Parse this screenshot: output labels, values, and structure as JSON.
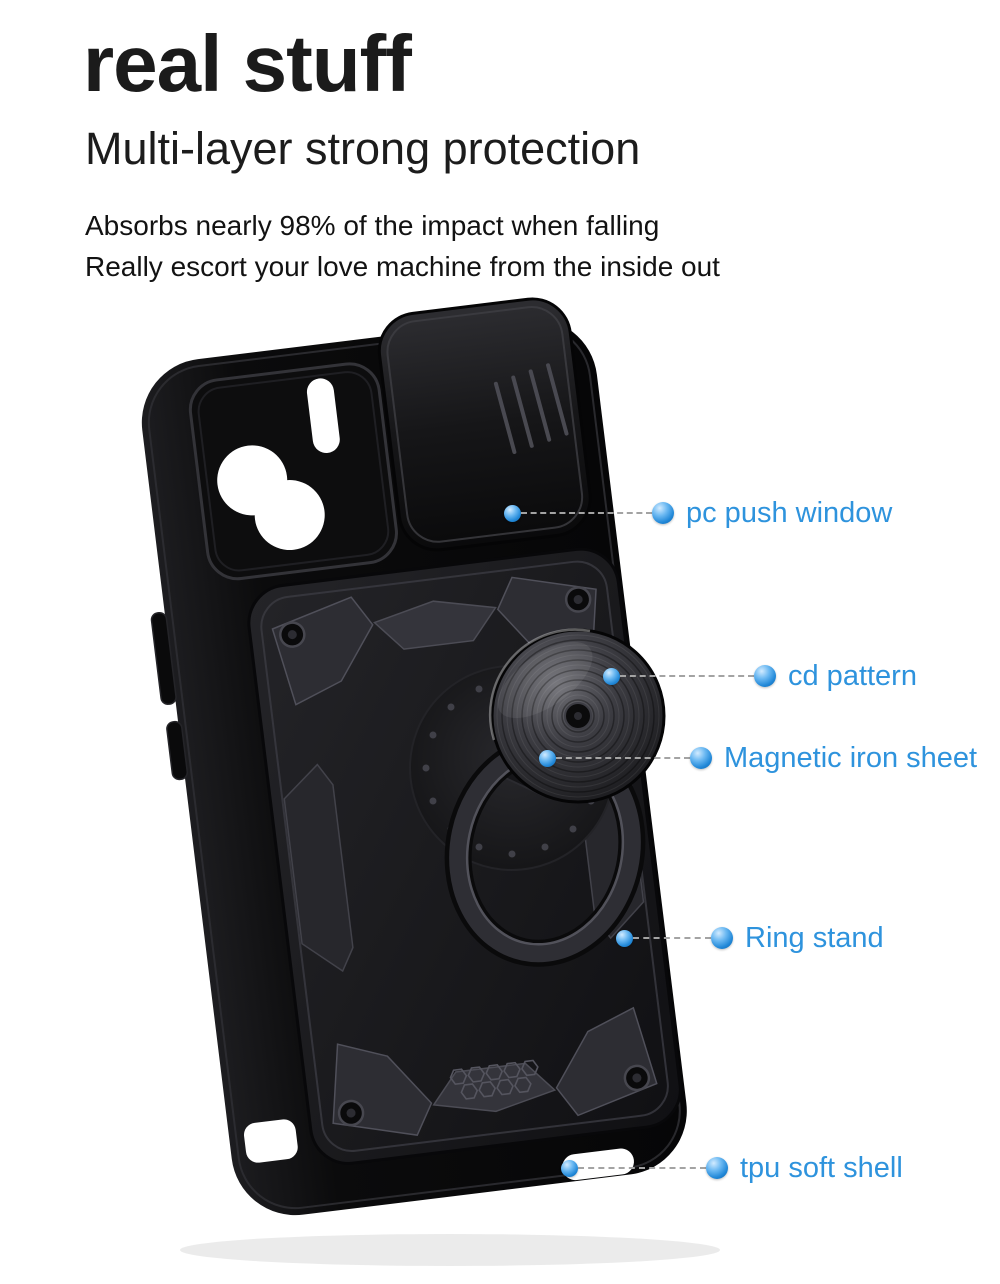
{
  "heading": {
    "title": "real stuff",
    "subtitle": "Multi-layer strong protection"
  },
  "description": {
    "line1": "Absorbs nearly 98% of the impact when falling",
    "line2": "Really escort your love machine from the inside out"
  },
  "callouts": [
    {
      "label": "pc push window"
    },
    {
      "label": "cd pattern"
    },
    {
      "label": "Magnetic iron sheet"
    },
    {
      "label": "Ring stand"
    },
    {
      "label": "tpu soft shell"
    }
  ],
  "colors": {
    "accent_blue": "#2e93dd",
    "dash_gray": "#a3a3a3",
    "text_black": "#1a1a1a",
    "case_black": "#0c0c0d"
  }
}
